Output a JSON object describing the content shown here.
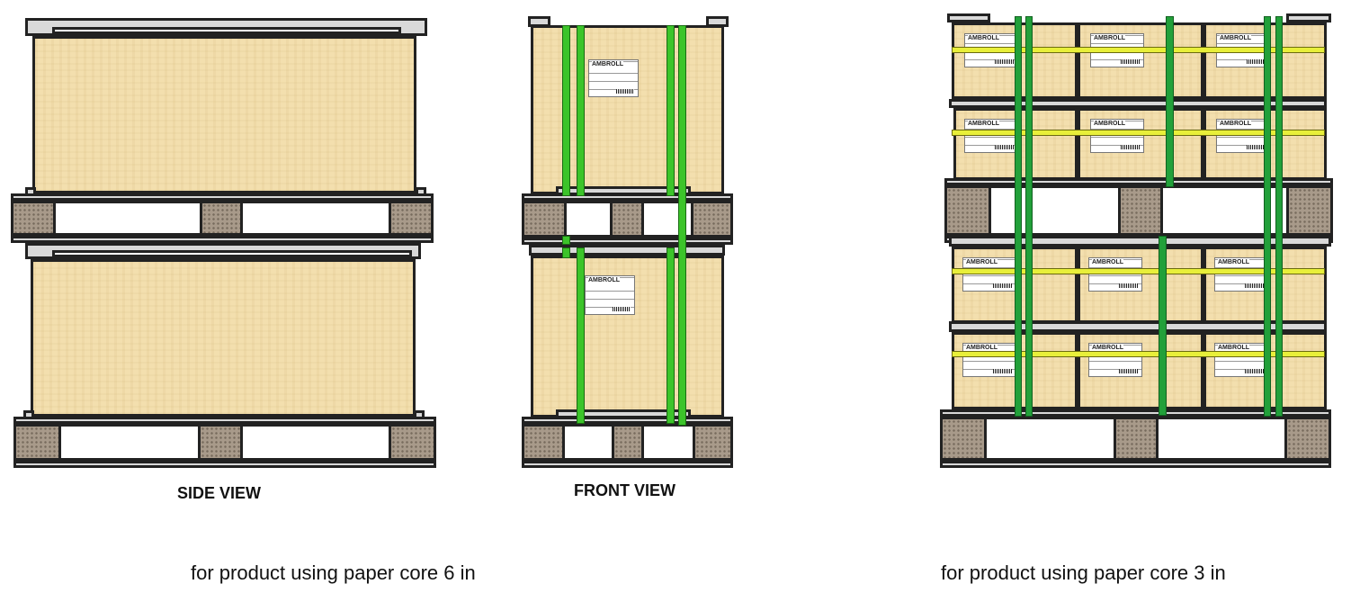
{
  "captions": {
    "side_view": "SIDE VIEW",
    "front_view": "FRONT VIEW",
    "note_left": "for product using paper core 6 in",
    "note_right": "for product using paper core 3 in"
  },
  "label_logo_text": "AMBROLL",
  "colors": {
    "box": "#f3dfae",
    "strap_green": "#3cc42a",
    "strap_dark_green": "#22a03a",
    "strap_yellow": "#e8ef3a"
  }
}
